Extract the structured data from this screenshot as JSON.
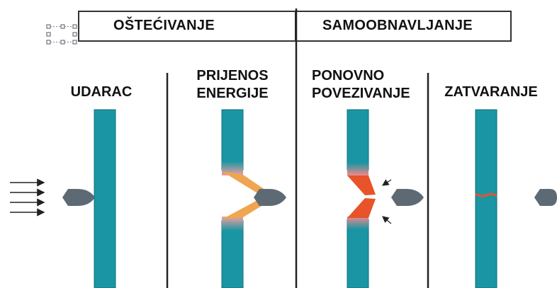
{
  "header": {
    "left_label": "OŠTEĆIVANJE",
    "right_label": "SAMOOBNAVLJANJE"
  },
  "stages": [
    {
      "id": "impact",
      "line1": "UDARAC",
      "line2": ""
    },
    {
      "id": "energy",
      "line1": "PRIJENOS",
      "line2": "ENERGIJE"
    },
    {
      "id": "reconnect",
      "line1": "PONOVNO",
      "line2": "POVEZIVANJE"
    },
    {
      "id": "closing",
      "line1": "ZATVARANJE",
      "line2": ""
    }
  ],
  "colors": {
    "bar": "#1a95a3",
    "bar_edge": "#0f6f79",
    "projectile": "#5e6a73",
    "energy_cone": "#f0a550",
    "reconnect_cone": "#e8532a",
    "seam": "#e8532a",
    "divider": "#222222"
  },
  "icons": {
    "projectile": "projectile-icon",
    "selection_handles": "selection-handles-icon"
  }
}
